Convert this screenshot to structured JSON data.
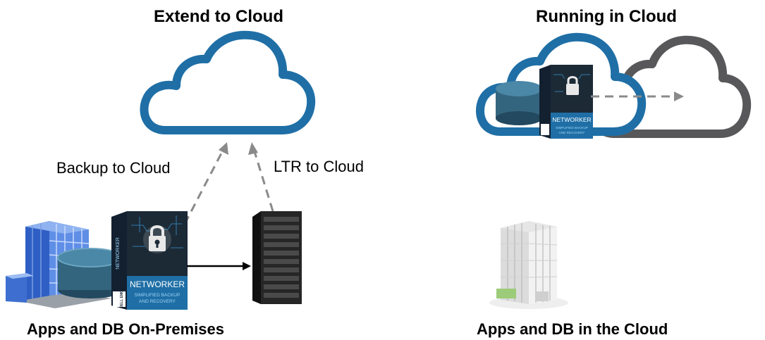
{
  "titles": {
    "extend": "Extend to Cloud",
    "running": "Running in Cloud"
  },
  "arrows": {
    "backup": "Backup to Cloud",
    "ltr": "LTR to Cloud"
  },
  "captions": {
    "on_premises": "Apps and DB On-Premises",
    "in_cloud": "Apps and DB in the Cloud"
  },
  "product_box": {
    "name": "NETWORKER",
    "subtitle_1": "SIMPLIFIED BACKUP",
    "subtitle_2": "AND RECOVERY",
    "brand": "DELL EMC"
  },
  "colors": {
    "cloud_blue": "#1f6fa6",
    "cloud_gray": "#58585a",
    "arrow_gray": "#8a8a8a",
    "box_dark": "#1c2a36",
    "box_accent": "#3b9ed9"
  }
}
